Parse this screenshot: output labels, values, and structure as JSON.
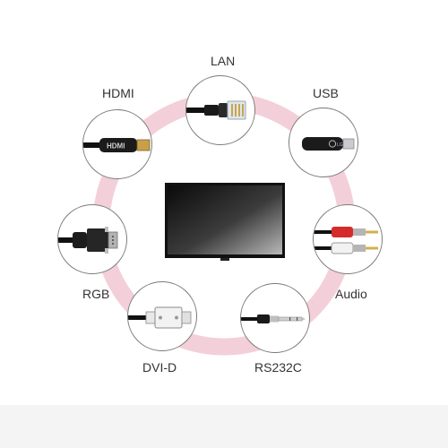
{
  "colors": {
    "ring": "#f3cfd9",
    "node_border": "#7b7b7b",
    "label": "#333333"
  },
  "connections": [
    {
      "key": "lan",
      "label": "LAN",
      "icon": "lan-cable-icon"
    },
    {
      "key": "usb",
      "label": "USB",
      "icon": "usb-stick-icon"
    },
    {
      "key": "audio",
      "label": "Audio",
      "icon": "rca-audio-cable-icon"
    },
    {
      "key": "rs232c",
      "label": "RS232C",
      "icon": "jack-plug-icon"
    },
    {
      "key": "dvid",
      "label": "DVI-D",
      "icon": "dvi-connector-icon"
    },
    {
      "key": "rgb",
      "label": "RGB",
      "icon": "vga-connector-icon"
    },
    {
      "key": "hdmi",
      "label": "HDMI",
      "icon": "hdmi-cable-icon"
    }
  ],
  "brand": {
    "usb_logo": "LG",
    "hdmi_logo": "HDMI"
  },
  "center": {
    "icon": "monitor-display-icon"
  }
}
